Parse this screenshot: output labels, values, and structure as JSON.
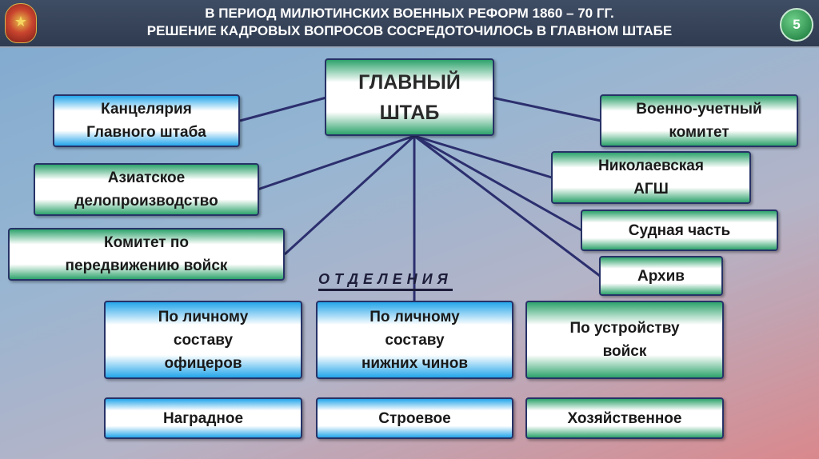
{
  "header": {
    "title_line1": "В ПЕРИОД МИЛЮТИНСКИХ ВОЕННЫХ РЕФОРМ 1860 – 70 ГГ.",
    "title_line2": "РЕШЕНИЕ КАДРОВЫХ ВОПРОСОВ СОСРЕДОТОЧИЛОСЬ В ГЛАВНОМ ШТАБЕ",
    "page_number": "5",
    "emblem_icon": "coat-of-arms-icon"
  },
  "colors": {
    "header_bg": "#34415a",
    "box_border": "#273267",
    "green_accent": "#2ea36c",
    "blue_accent": "#25a6ea",
    "connector": "#2c2f6e"
  },
  "diagram": {
    "main": "ГЛАВНЫЙ\nШТАБ",
    "left": [
      "Канцелярия\nГлавного штаба",
      "Азиатское\nделопроизводство",
      "Комитет по\nпередвижению войск"
    ],
    "right": [
      "Военно-учетный\nкомитет",
      "Николаевская\nАГШ",
      "Судная часть",
      "Архив"
    ],
    "departments_label": "ОТДЕЛЕНИЯ",
    "departments": [
      "По личному\nсоставу\nофицеров",
      "По личному\nсоставу\nнижних чинов",
      "По устройству\nвойск"
    ],
    "bottom": [
      "Наградное",
      "Строевое",
      "Хозяйственное"
    ]
  }
}
